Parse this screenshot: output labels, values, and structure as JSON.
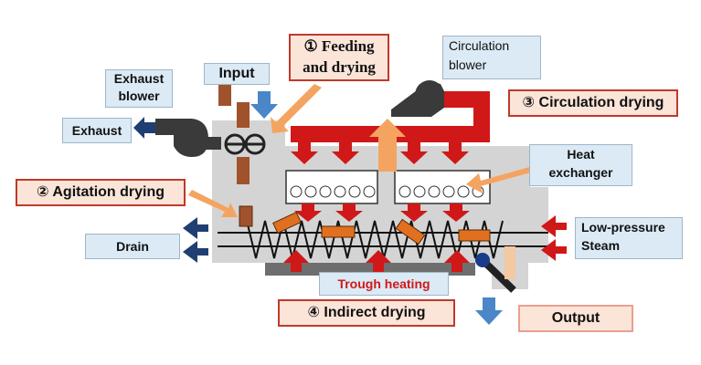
{
  "labels": {
    "input": "Input",
    "exhaust_blower_1": "Exhaust",
    "exhaust_blower_2": "blower",
    "exhaust": "Exhaust",
    "feeding_1": "① Feeding",
    "feeding_2": "and drying",
    "circulation_blower_1": "Circulation",
    "circulation_blower_2": "blower",
    "circulation_drying": "③ Circulation drying",
    "heat_exchanger_1": "Heat",
    "heat_exchanger_2": "exchanger",
    "agitation_drying": "② Agitation drying",
    "drain": "Drain",
    "low_pressure_1": "Low-pressure",
    "low_pressure_2": "Steam",
    "trough_heating": "Trough heating",
    "indirect_drying": "④ Indirect drying",
    "output": "Output"
  },
  "colors": {
    "body": "#d4d4d4",
    "hot_air": "#d01818",
    "material": "#e07020",
    "feed": "#a0522d",
    "light_arrow": "#f4a460",
    "exhaust_arrow": "#1f3f73",
    "input_arrow": "#4a86c8",
    "blower": "#3a3a3a",
    "trough": "#6e6e6e",
    "label_box": "#dbeaf5",
    "callout_box": "#fbe4d8",
    "callout_border": "#c0392b"
  }
}
